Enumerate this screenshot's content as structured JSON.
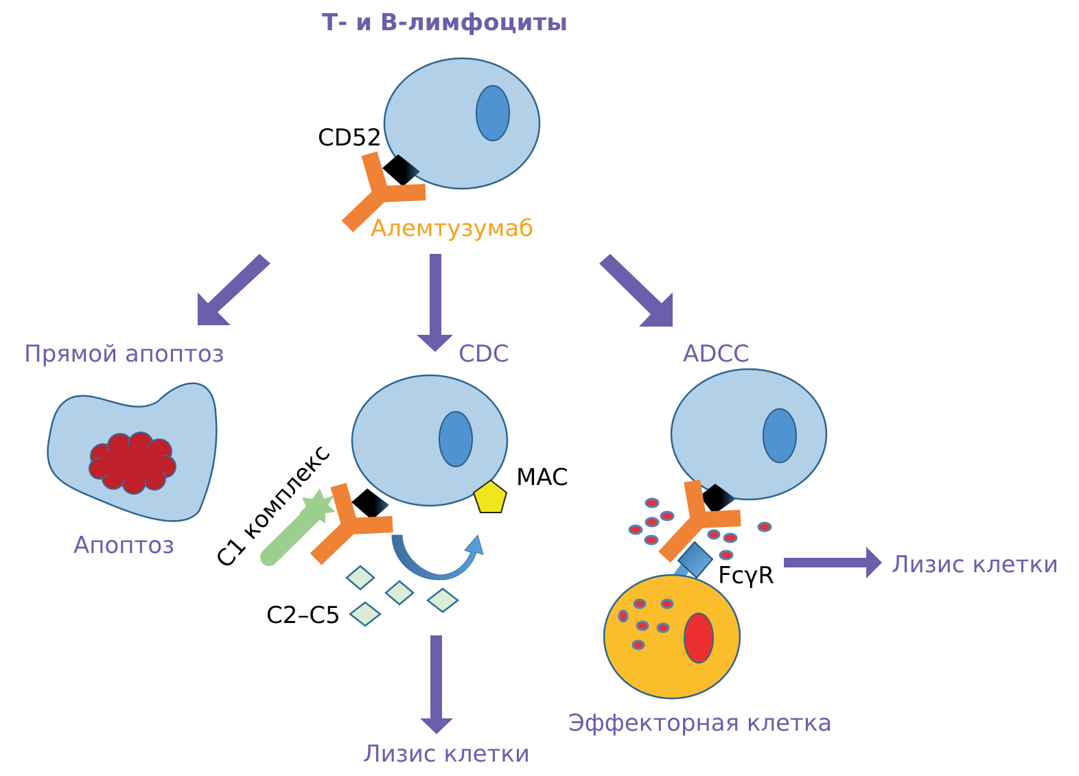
{
  "title": "Т- и В-лимфоциты",
  "labels": {
    "cd52": "CD52",
    "alemtuzumab": "Алемтузумаб",
    "direct_apoptosis": "Прямой апоптоз",
    "apoptosis": "Апоптоз",
    "cdc": "CDC",
    "adcc": "ADCC",
    "c1_complex": "С1 комплекс",
    "mac": "MAC",
    "c2_c5": "C2–C5",
    "fcgr": "FcγR",
    "lysis_cdc": "Лизис клетки",
    "lysis_adcc": "Лизис клетки",
    "effector_cell": "Эффекторная клетка"
  },
  "colors": {
    "label_purple": "#6a5fab",
    "antibody_orange": "#f08236",
    "alemtuzumab_text": "#f5a31c",
    "cell_fill": "#b2d0e8",
    "nucleus_fill": "#4f93d1",
    "effector_fill": "#fbbd2c",
    "apoptotic_nucleus": "#c0202a",
    "mac_yellow": "#f0e61c",
    "c1_green": "#9ccf8e"
  }
}
